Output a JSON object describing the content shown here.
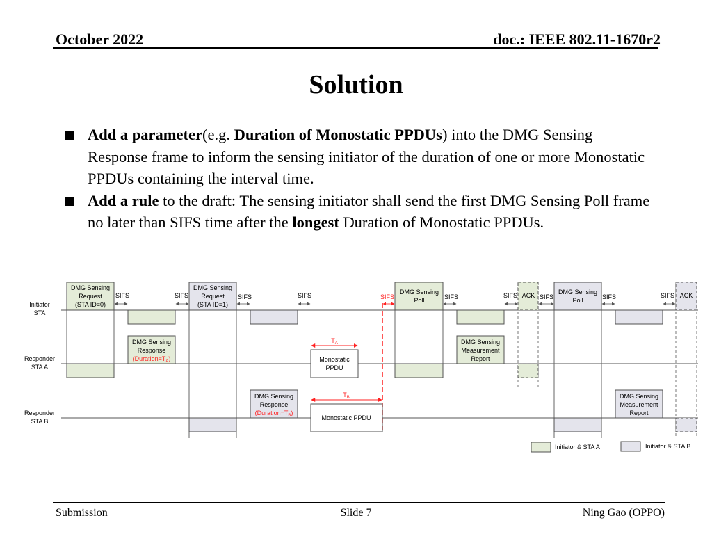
{
  "header": {
    "date": "October 2022",
    "doc": "doc.: IEEE 802.11-1670r2"
  },
  "title": "Solution",
  "bullets": [
    {
      "bold1": "Add a parameter",
      "text1": "(e.g. ",
      "bold2": "Duration of Monostatic PPDUs",
      "text2": ") into the DMG Sensing Response frame to inform the sensing initiator of the duration of one or more Monostatic PPDUs containing the interval time."
    },
    {
      "bold1": "Add a rule",
      "text1": " to the draft: The sensing initiator shall send the first DMG Sensing Poll frame no later than SIFS time after the ",
      "bold2": "longest",
      "text2": " Duration of Monostatic PPDUs."
    }
  ],
  "diagram": {
    "rows": {
      "initiator": [
        "Initiator",
        "STA"
      ],
      "sta_a": [
        "Responder",
        "STA A"
      ],
      "sta_b": [
        "Responder",
        "STA B"
      ]
    },
    "frames": {
      "req0": [
        "DMG Sensing",
        "Request",
        "(STA ID=0)"
      ],
      "req1": [
        "DMG Sensing",
        "Request",
        "(STA ID=1)"
      ],
      "resp_a": [
        "DMG Sensing",
        "Response"
      ],
      "resp_a_dur": "(Duration=T",
      "resp_a_sub": "A",
      "resp_b": [
        "DMG Sensing",
        "Response"
      ],
      "resp_b_dur": "(Duration=T",
      "resp_b_sub": "B",
      "mono_a": [
        "Monostatic",
        "PPDU"
      ],
      "mono_b": "Monostatic PPDU",
      "poll1": [
        "DMG Sensing",
        "Poll"
      ],
      "poll2": [
        "DMG Sensing",
        "Poll"
      ],
      "report_a": [
        "DMG Sensing",
        "Measurement",
        "Report"
      ],
      "report_b": [
        "DMG Sensing",
        "Measurement",
        "Report"
      ],
      "ack": "ACK"
    },
    "sifs": "SIFS",
    "ta": "T",
    "ta_sub": "A",
    "tb": "T",
    "tb_sub": "B",
    "legend": {
      "a": "Initiator & STA A",
      "b": "Initiator & STA B"
    },
    "colors": {
      "green": "#e4ecd8",
      "grey": "#e4e4ec",
      "red": "#ff2020",
      "box": "#505050"
    }
  },
  "footer": {
    "left": "Submission",
    "center": "Slide 7",
    "right": "Ning Gao (OPPO)"
  }
}
